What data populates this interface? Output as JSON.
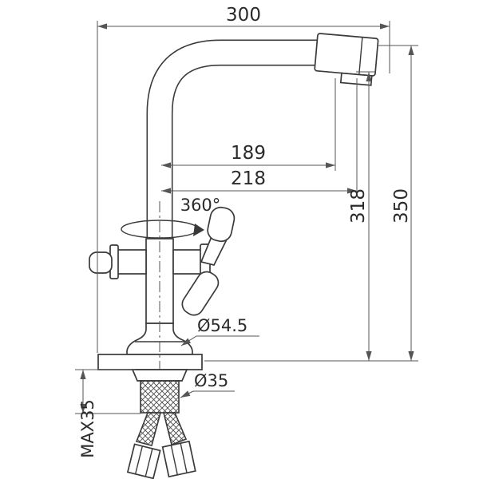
{
  "drawing": {
    "labels": {
      "width_overall": "300",
      "height_overall": "350",
      "height_to_spout": "318",
      "spout_reach_inner": "189",
      "spout_reach_outer": "218",
      "swivel": "360°",
      "base_diameter": "Ø54.5",
      "shank_diameter": "Ø35",
      "max_deck_thickness": "MAX35"
    },
    "colors": {
      "outline": "#3a3a3a",
      "dimension": "#555555",
      "text": "#2b2b2b",
      "background": "#ffffff"
    }
  }
}
